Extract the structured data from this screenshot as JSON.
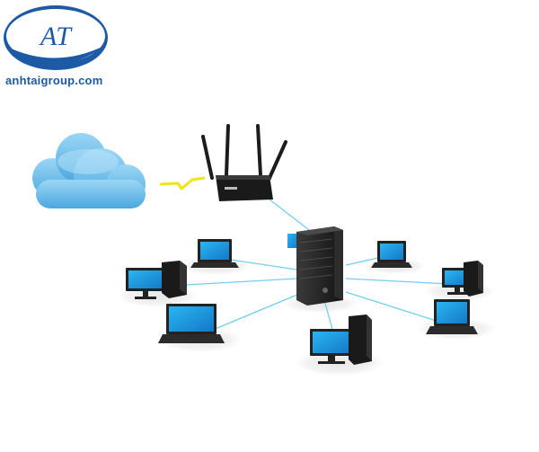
{
  "logo": {
    "monogram": "AT",
    "site": "anhtaigroup.com",
    "color": "#1c5aa6"
  },
  "diagram": {
    "nodes": [
      {
        "id": "cloud",
        "icon": "cloud-icon"
      },
      {
        "id": "router",
        "icon": "router-icon"
      },
      {
        "id": "server",
        "icon": "server-icon"
      },
      {
        "id": "laptop-top-left",
        "icon": "laptop-icon"
      },
      {
        "id": "desktop-left",
        "icon": "desktop-computer-icon"
      },
      {
        "id": "laptop-bottom-left",
        "icon": "laptop-icon"
      },
      {
        "id": "desktop-bottom",
        "icon": "desktop-computer-icon"
      },
      {
        "id": "laptop-bottom-right",
        "icon": "laptop-icon"
      },
      {
        "id": "desktop-right",
        "icon": "desktop-computer-icon"
      },
      {
        "id": "laptop-top-right",
        "icon": "laptop-icon"
      }
    ],
    "link_color": "#6fd0f0",
    "wireless_color": "#f2e21a",
    "screen_color": "#1b9fe4"
  }
}
